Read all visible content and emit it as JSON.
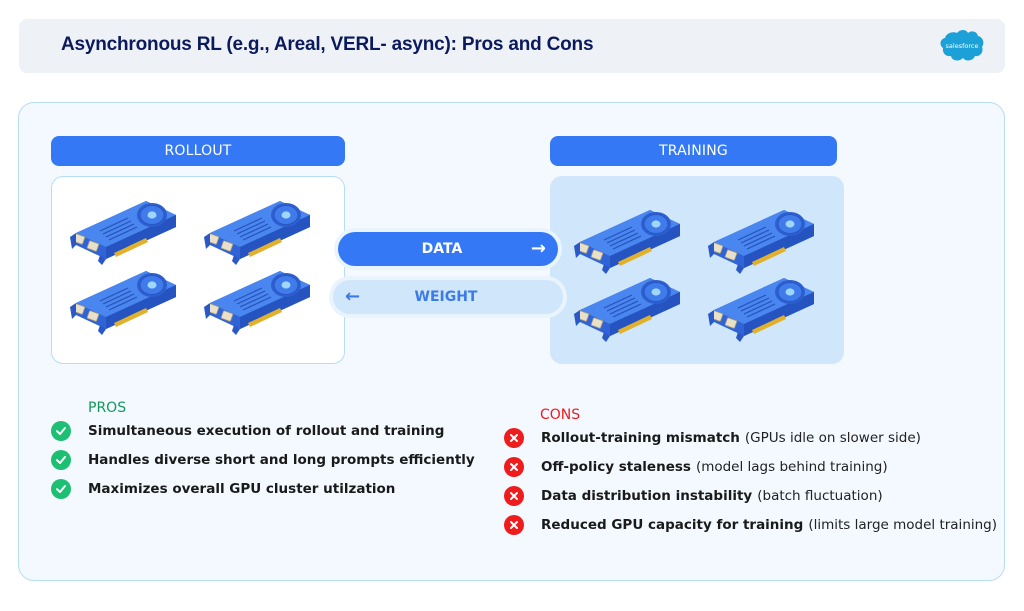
{
  "header": {
    "title": "Asynchronous RL (e.g., Areal, VERL- async): Pros and Cons",
    "logo_text": "salesforce"
  },
  "diagram": {
    "rollout": {
      "label": "ROLLOUT",
      "gpu_count": 4
    },
    "training": {
      "label": "TRAINING",
      "gpu_count": 4
    },
    "data_arrow": {
      "label": "DATA",
      "direction": "right",
      "glyph": "→"
    },
    "weight_arrow": {
      "label": "WEIGHT",
      "direction": "left",
      "glyph": "←"
    }
  },
  "pros": {
    "heading": "PROS",
    "color": "#11985a",
    "items": [
      {
        "bold": "Simultaneous execution of rollout and training",
        "rest": ""
      },
      {
        "bold": "Handles diverse short and long prompts efficiently",
        "rest": ""
      },
      {
        "bold": "Maximizes overall GPU cluster utilzation",
        "rest": ""
      }
    ]
  },
  "cons": {
    "heading": "CONS",
    "color": "#ee1c1c",
    "items": [
      {
        "bold": "Rollout-training mismatch",
        "rest": "(GPUs idle on slower side)"
      },
      {
        "bold": "Off-policy staleness",
        "rest": "(model lags behind training)"
      },
      {
        "bold": "Data distribution instability",
        "rest": "(batch fluctuation)"
      },
      {
        "bold": "Reduced GPU capacity for training",
        "rest": "(limits large model training)"
      }
    ]
  },
  "colors": {
    "accent_blue": "#3478f6",
    "light_blue": "#cfe6fb",
    "title_navy": "#0b1a5c",
    "logo_blue": "#1798c1"
  }
}
